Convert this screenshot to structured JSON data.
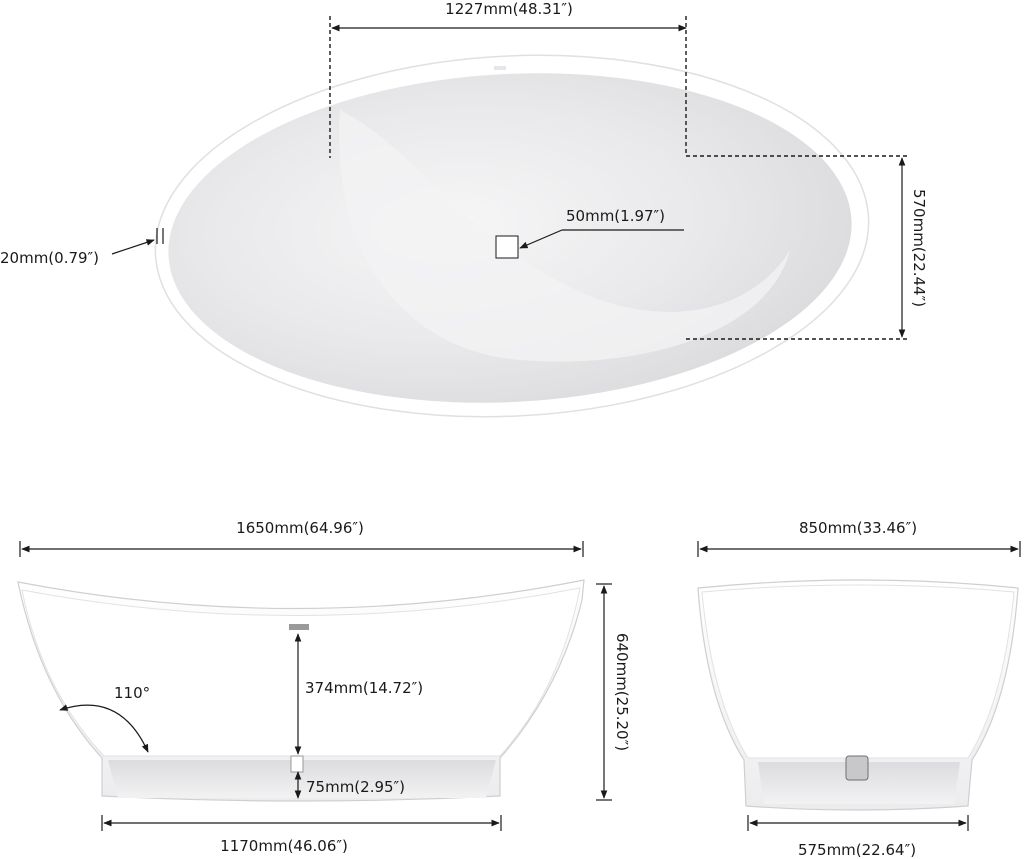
{
  "top_view": {
    "inner_length": "1227mm(48.31″)",
    "width": "570mm(22.44″)",
    "drain_diameter": "50mm(1.97″)",
    "rim_thickness": "20mm(0.79″)"
  },
  "side_view": {
    "overall_length": "1650mm(64.96″)",
    "inner_depth": "374mm(14.72″)",
    "base_height": "75mm(2.95″)",
    "base_length": "1170mm(46.06″)",
    "backrest_angle": "110°"
  },
  "end_view": {
    "overall_width": "850mm(33.46″)",
    "overall_height": "640mm(25.20″)",
    "base_width": "575mm(22.64″)"
  },
  "colors": {
    "tub_white": "#ffffff",
    "tub_shade": "#e6e6e8",
    "line": "#1a1a1a"
  }
}
